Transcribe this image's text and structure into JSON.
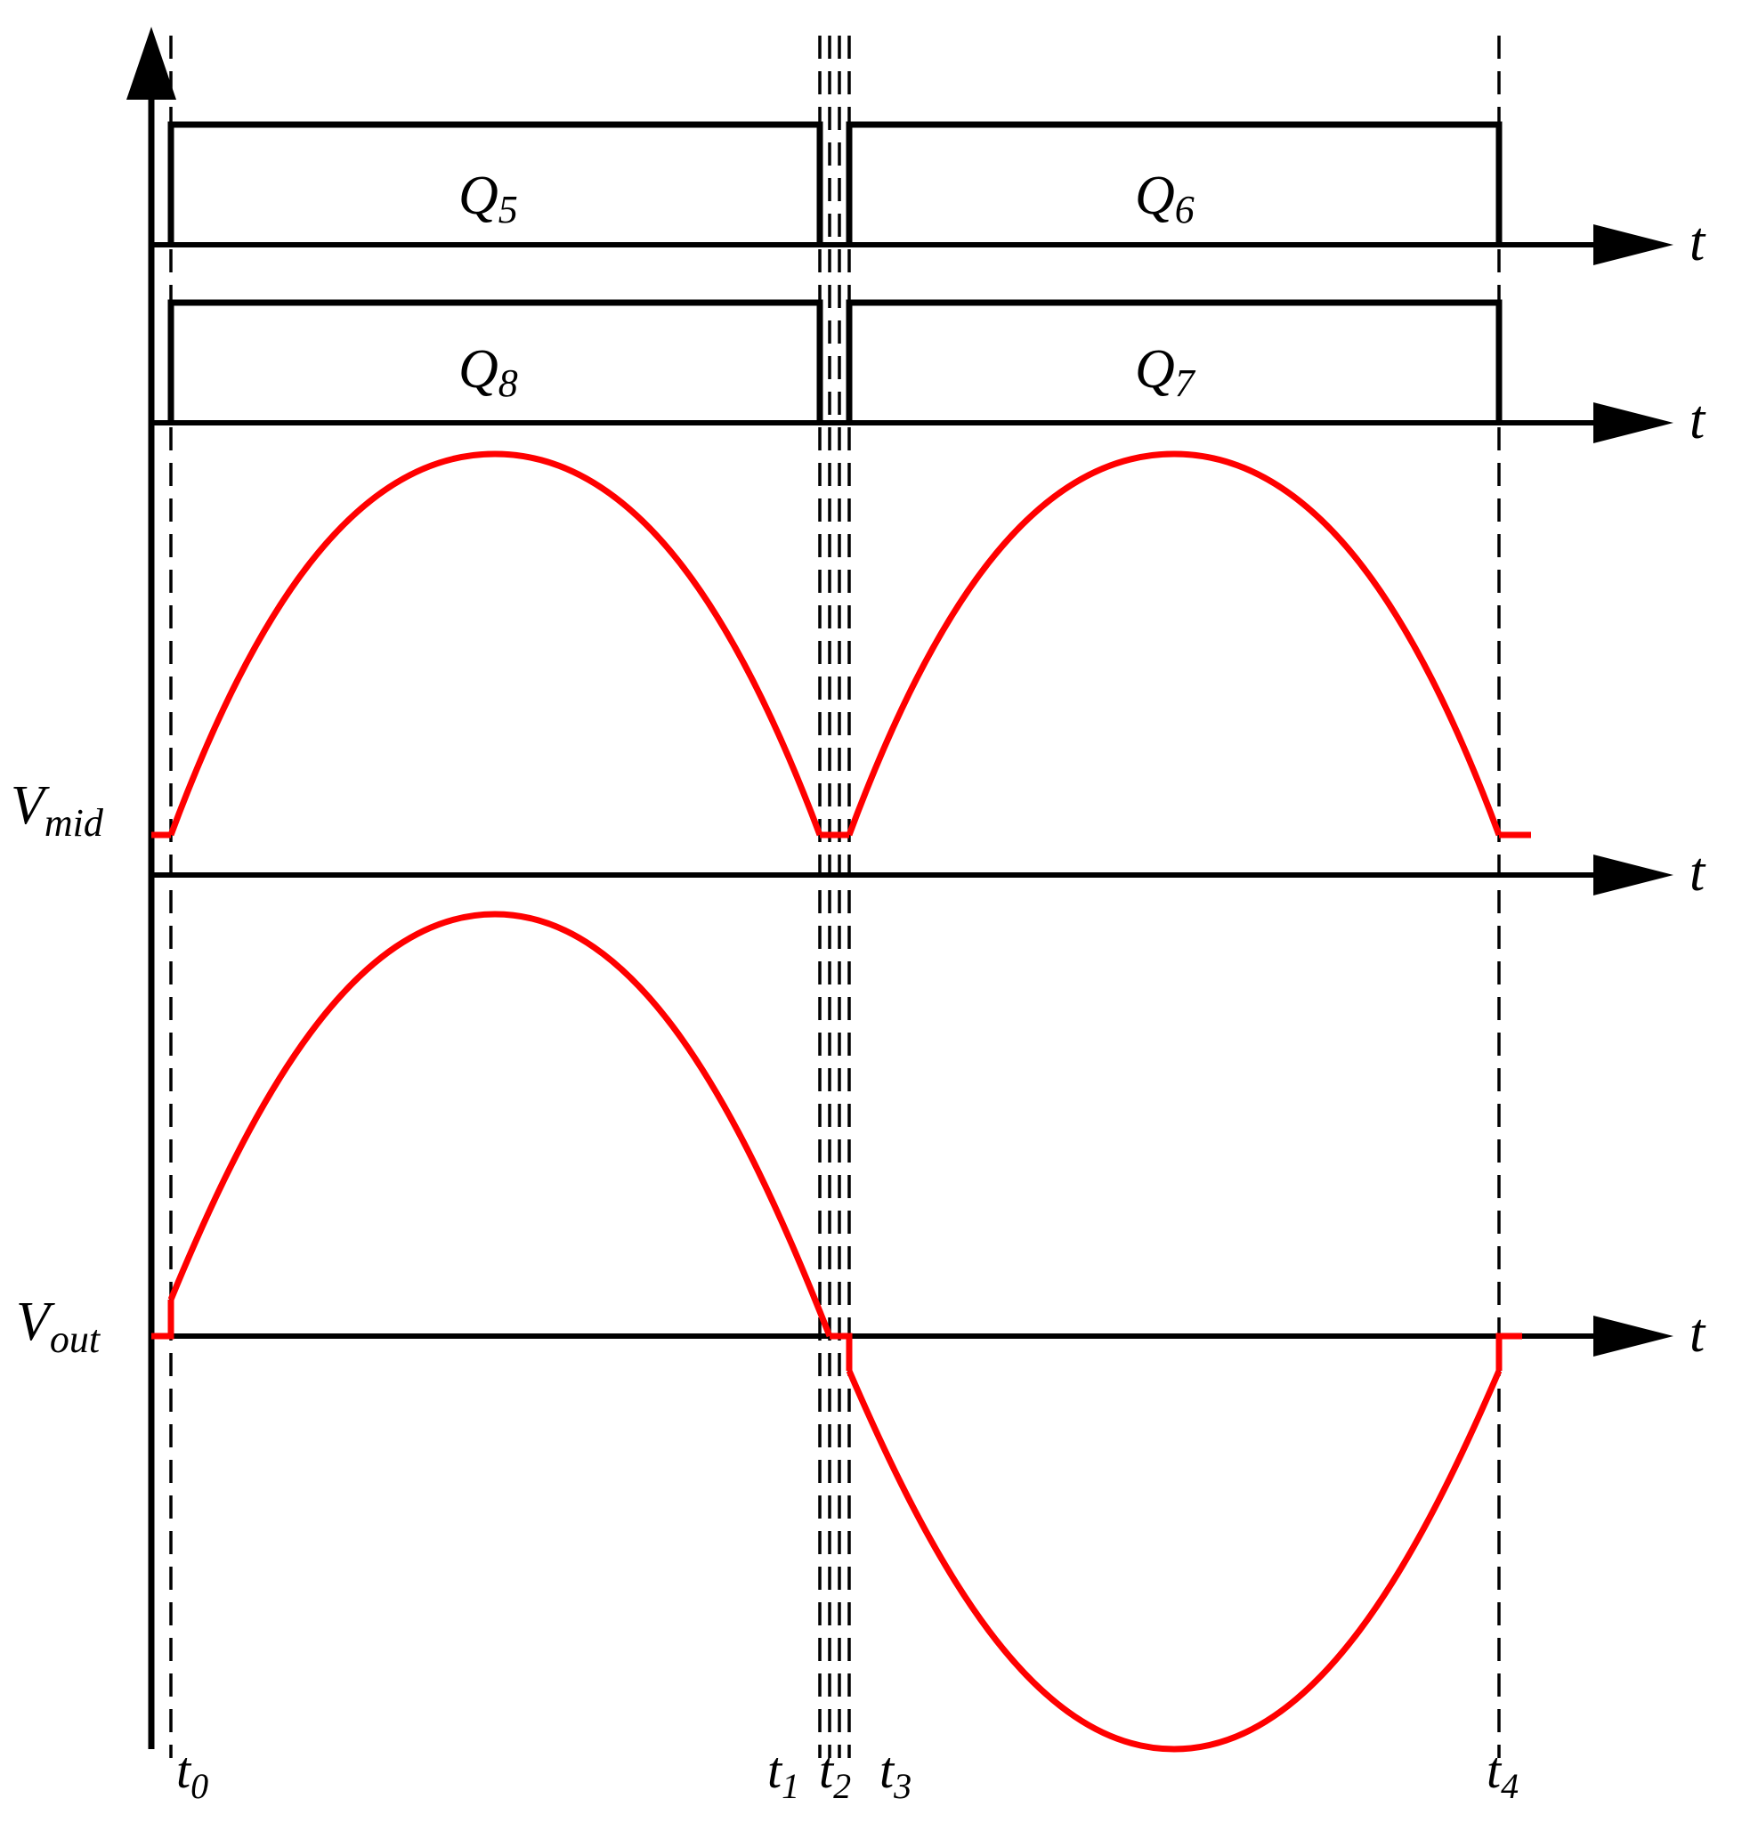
{
  "colors": {
    "axis": "#000000",
    "waveform": "#ff0000"
  },
  "axis_symbol": "t",
  "pulses": [
    {
      "main": "Q",
      "sub": "5"
    },
    {
      "main": "Q",
      "sub": "6"
    },
    {
      "main": "Q",
      "sub": "8"
    },
    {
      "main": "Q",
      "sub": "7"
    }
  ],
  "signals": {
    "mid": {
      "main": "V",
      "sub": "mid"
    },
    "out": {
      "main": "V",
      "sub": "out"
    }
  },
  "time_markers": [
    {
      "main": "t",
      "sub": "0"
    },
    {
      "main": "t",
      "sub": "1"
    },
    {
      "main": "t",
      "sub": "2"
    },
    {
      "main": "t",
      "sub": "3"
    },
    {
      "main": "t",
      "sub": "4"
    }
  ]
}
